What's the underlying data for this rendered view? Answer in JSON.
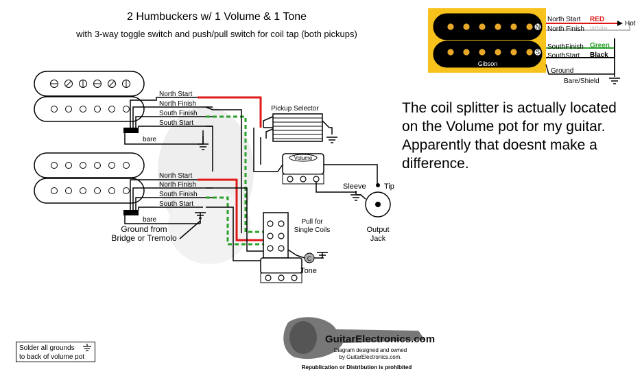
{
  "title": "2 Humbuckers w/ 1 Volume & 1 Tone",
  "subtitle": "with 3-way toggle switch and push/pull switch for coil tap (both pickups)",
  "note": "The coil splitter is actually located on the Volume pot for my guitar. Apparently that doesnt make a difference.",
  "colors": {
    "red": "#e01818",
    "green": "#2aa02a",
    "black": "#000000",
    "white_wire": "#bbbbbb",
    "gibson_frame": "#f7c21b",
    "lug": "#e8a92a"
  },
  "neck_pickup": {
    "wires": [
      "North Start",
      "North Finish",
      "South Finish",
      "South Start"
    ],
    "bare": "bare"
  },
  "bridge_pickup": {
    "wires": [
      "North Start",
      "North Finish",
      "South Finish",
      "South Start"
    ],
    "bare": "bare",
    "ground_label_1": "Ground from",
    "ground_label_2": "Bridge or Tremolo"
  },
  "components": {
    "selector": "Pickup Selector",
    "volume": "Volume",
    "pull_1": "Pull for",
    "pull_2": "Single Coils",
    "tone": "Tone",
    "tone_cap": "C",
    "sleeve": "Sleeve",
    "tip": "Tip",
    "jack_1": "Output",
    "jack_2": "Jack"
  },
  "legend": {
    "brand": "Gibson",
    "coil_n": "N",
    "coil_s": "S",
    "hot": "Hot",
    "ground": "Ground",
    "bare_shield": "Bare/Shield",
    "rows": [
      {
        "label": "North Start",
        "color_name": "RED"
      },
      {
        "label": "North Finish",
        "color_name": "White"
      },
      {
        "label": "SouthFinish",
        "color_name": "Green"
      },
      {
        "label": "SouthStart",
        "color_name": "Black"
      }
    ]
  },
  "solder_note_1": "Solder all grounds",
  "solder_note_2": "to back of volume pot",
  "logo": {
    "name": "GuitarElectronics.com",
    "line1": "Diagram designed and owned",
    "line2": "by GuitarElectronics.com.",
    "line3": "Republication or Distribution is prohibited"
  }
}
